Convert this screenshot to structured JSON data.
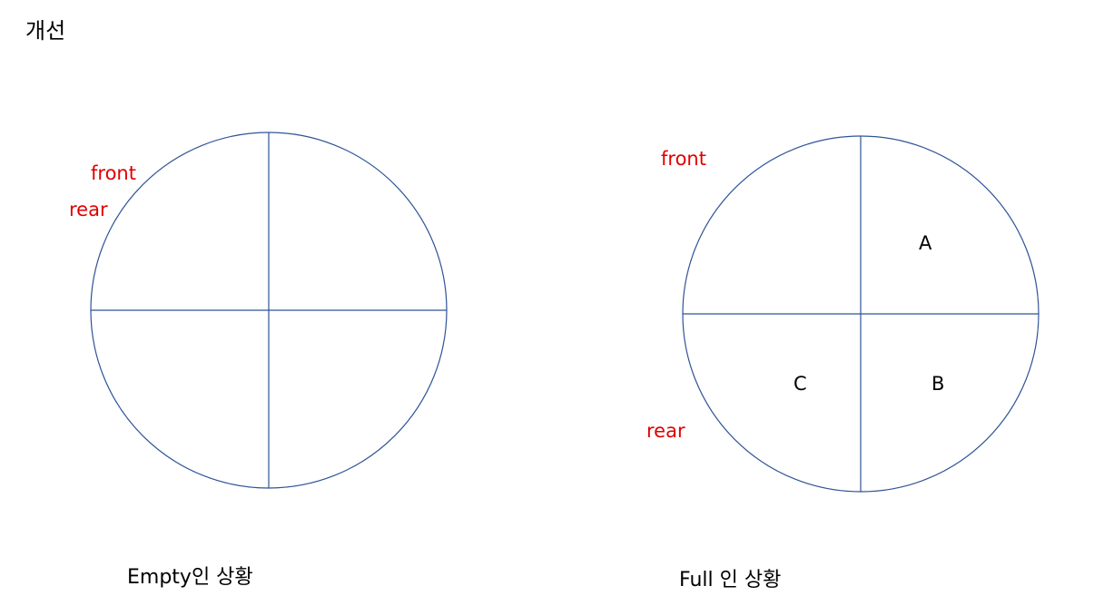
{
  "title": "개선",
  "diagrams": {
    "empty": {
      "caption": "Empty인 상황",
      "front_label": "front",
      "rear_label": "rear",
      "slots": [
        "",
        "",
        "",
        ""
      ]
    },
    "full": {
      "caption": "Full 인 상황",
      "front_label": "front",
      "rear_label": "rear",
      "slots": [
        "A",
        "B",
        "C",
        ""
      ]
    }
  },
  "colors": {
    "circle_stroke": "#2f5496",
    "pointer_label": "#e00000",
    "text": "#000000"
  }
}
